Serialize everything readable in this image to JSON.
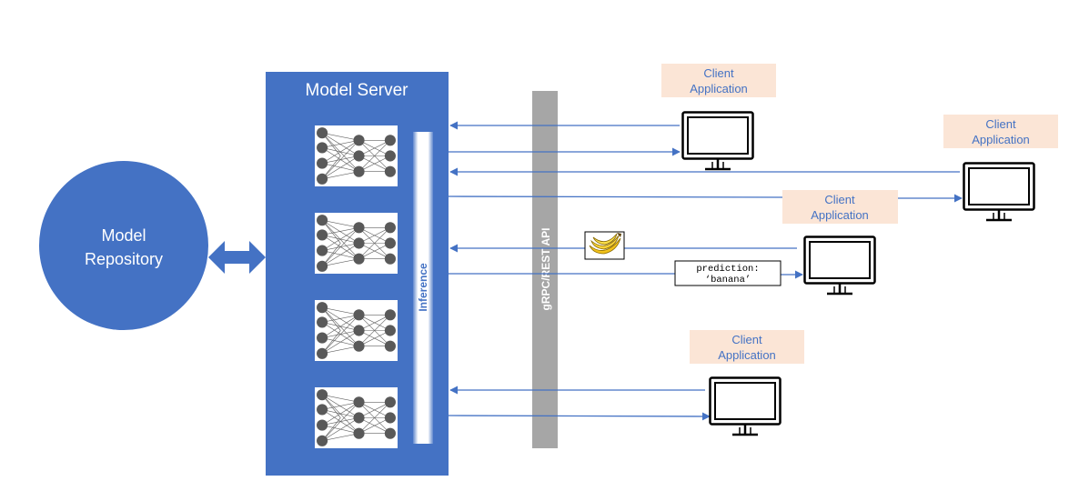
{
  "repository": {
    "label_line1": "Model",
    "label_line2": "Repository"
  },
  "server": {
    "title": "Model Server",
    "inference_label": "Inference"
  },
  "api": {
    "label": "gRPC/REST API"
  },
  "clients": [
    {
      "line1": "Client",
      "line2": "Application"
    },
    {
      "line1": "Client",
      "line2": "Application"
    },
    {
      "line1": "Client",
      "line2": "Application"
    },
    {
      "line1": "Client",
      "line2": "Application"
    }
  ],
  "prediction": {
    "line1": "prediction:",
    "line2": "‘banana’"
  },
  "icons": {
    "banana": "banana-icon",
    "monitor": "monitor-icon",
    "neural_net": "neural-network-icon"
  },
  "colors": {
    "primary_blue": "#4472c4",
    "api_gray": "#a6a6a6",
    "client_label_bg": "#fbe5d6",
    "white": "#ffffff",
    "text_dark": "#000000"
  }
}
